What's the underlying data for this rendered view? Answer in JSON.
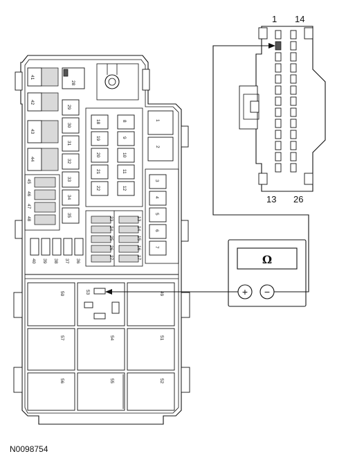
{
  "figure_id": "N0098754",
  "connector": {
    "pin_top_left": "1",
    "pin_top_right": "14",
    "pin_bottom_left": "13",
    "pin_bottom_right": "26"
  },
  "meter": {
    "symbol": "Ω",
    "plus": "+",
    "minus": "−"
  },
  "fuse_box": {
    "top_relays": [
      "28"
    ],
    "left_small": [
      "41",
      "42",
      "43",
      "44"
    ],
    "col_a": [
      "29",
      "30",
      "31",
      "32",
      "33",
      "34",
      "35"
    ],
    "col_b": [
      "18",
      "19",
      "20",
      "21",
      "22"
    ],
    "col_c": [
      "8",
      "9",
      "10",
      "11",
      "12"
    ],
    "right_relays": [
      "1",
      "2"
    ],
    "right_col": [
      "3",
      "4",
      "5",
      "6",
      "7"
    ],
    "mini_left_top": [
      "45",
      "46",
      "47",
      "48"
    ],
    "mini_bottom": [
      "40",
      "39",
      "38",
      "37",
      "36"
    ],
    "mini_mid_a": [
      "23",
      "24",
      "25",
      "26",
      "27"
    ],
    "mini_mid_b": [
      "13",
      "14",
      "15",
      "16",
      "17"
    ],
    "large_relays": [
      "50",
      "53",
      "49",
      "51",
      "54",
      "57",
      "52",
      "55",
      "56"
    ]
  }
}
